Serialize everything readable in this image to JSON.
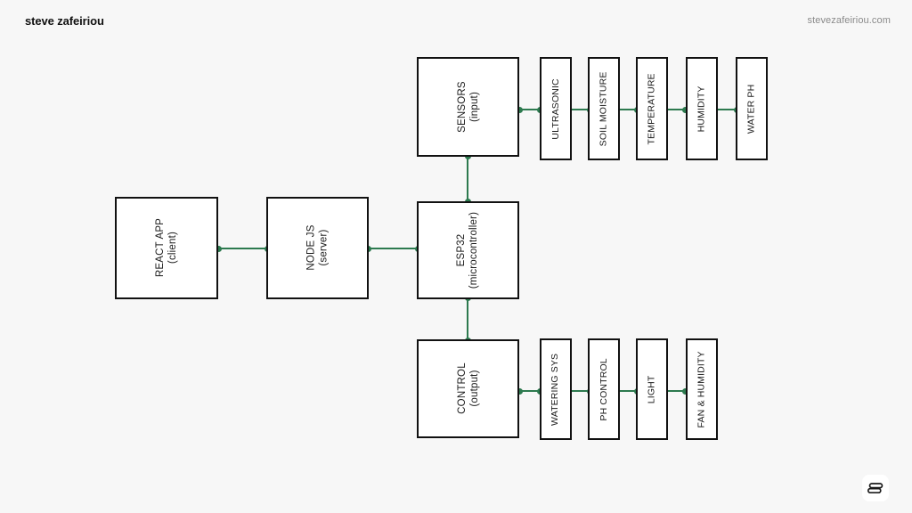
{
  "header": {
    "brand": "steve zafeiriou",
    "url": "stevezafeiriou.com"
  },
  "colors": {
    "page_background": "#f7f7f7",
    "box_fill": "#ffffff",
    "box_border": "#111111",
    "connector": "#2d7a4f",
    "text": "#1a1a1a",
    "muted_text": "#8a8a8a"
  },
  "diagram": {
    "type": "block-architecture",
    "orientation": "horizontal-3-row",
    "label_rotation": "-90deg",
    "nodes": {
      "react_app": {
        "title": "REACT APP",
        "subtitle": "(client)"
      },
      "node_js": {
        "title": "NODE JS",
        "subtitle": "(server)"
      },
      "esp32": {
        "title": "ESP32",
        "subtitle": "(microcontroller)"
      },
      "sensors": {
        "title": "SENSORS",
        "subtitle": "(input)"
      },
      "control": {
        "title": "CONTROL",
        "subtitle": "(output)"
      }
    },
    "sensor_items": [
      {
        "label": "ULTRASONIC"
      },
      {
        "label": "SOIL MOISTURE"
      },
      {
        "label": "TEMPERATURE"
      },
      {
        "label": "HUMIDITY"
      },
      {
        "label": "WATER PH"
      }
    ],
    "control_items": [
      {
        "label": "WATERING SYS"
      },
      {
        "label": "PH CONTROL"
      },
      {
        "label": "LIGHT"
      },
      {
        "label": "FAN & HUMIDITY"
      }
    ],
    "connections": [
      {
        "from": "react_app",
        "to": "node_js",
        "direction": "horizontal"
      },
      {
        "from": "node_js",
        "to": "esp32",
        "direction": "horizontal"
      },
      {
        "from": "esp32",
        "to": "sensors",
        "direction": "vertical"
      },
      {
        "from": "esp32",
        "to": "control",
        "direction": "vertical"
      },
      {
        "from": "sensors",
        "to": "ULTRASONIC",
        "direction": "horizontal"
      },
      {
        "from": "ULTRASONIC",
        "to": "SOIL MOISTURE",
        "direction": "horizontal"
      },
      {
        "from": "SOIL MOISTURE",
        "to": "TEMPERATURE",
        "direction": "horizontal"
      },
      {
        "from": "TEMPERATURE",
        "to": "HUMIDITY",
        "direction": "horizontal"
      },
      {
        "from": "HUMIDITY",
        "to": "WATER PH",
        "direction": "horizontal"
      },
      {
        "from": "control",
        "to": "WATERING SYS",
        "direction": "horizontal"
      },
      {
        "from": "WATERING SYS",
        "to": "PH CONTROL",
        "direction": "horizontal"
      },
      {
        "from": "PH CONTROL",
        "to": "LIGHT",
        "direction": "horizontal"
      },
      {
        "from": "LIGHT",
        "to": "FAN & HUMIDITY",
        "direction": "horizontal"
      }
    ]
  },
  "footer": {
    "logo_icon": "stacked-bars-logo-icon"
  }
}
